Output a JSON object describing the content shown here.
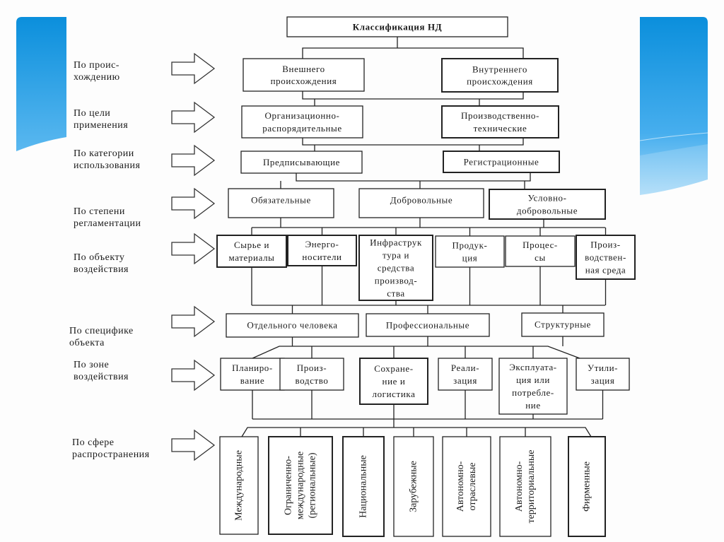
{
  "slide": {
    "accent_color": "#1b95e0",
    "accent_light": "#7cc6f2"
  },
  "diagram": {
    "title": "Классификация НД",
    "categories": [
      {
        "id": "origin",
        "lines": [
          "По проис-",
          "хождению"
        ]
      },
      {
        "id": "purpose",
        "lines": [
          "По цели",
          "применения"
        ]
      },
      {
        "id": "usage",
        "lines": [
          "По категории",
          "использования"
        ]
      },
      {
        "id": "regulation",
        "lines": [
          "По степени",
          "регламентации"
        ]
      },
      {
        "id": "object",
        "lines": [
          "По объекту",
          "воздействия"
        ]
      },
      {
        "id": "specifics",
        "lines": [
          "По специфике",
          "объекта"
        ]
      },
      {
        "id": "zone",
        "lines": [
          "По зоне",
          "воздействия"
        ]
      },
      {
        "id": "sphere",
        "lines": [
          "По сфере",
          "распространения"
        ]
      }
    ],
    "levels": {
      "origin": [
        {
          "id": "external",
          "lines": [
            "Внешнего",
            "происхождения"
          ]
        },
        {
          "id": "internal",
          "lines": [
            "Внутреннего",
            "происхождения"
          ]
        }
      ],
      "purpose": [
        {
          "id": "org",
          "lines": [
            "Организационно-",
            "распорядительные"
          ]
        },
        {
          "id": "prod",
          "lines": [
            "Производственно-",
            "технические"
          ]
        }
      ],
      "usage": [
        {
          "id": "prescr",
          "lines": [
            "Предписывающие"
          ]
        },
        {
          "id": "regist",
          "lines": [
            "Регистрационные"
          ]
        }
      ],
      "regulation": [
        {
          "id": "mandatory",
          "lines": [
            "Обязательные"
          ]
        },
        {
          "id": "voluntary",
          "lines": [
            "Добровольные"
          ]
        },
        {
          "id": "condvol",
          "lines": [
            "Условно-",
            "добровольные"
          ]
        }
      ],
      "object": [
        {
          "id": "raw",
          "lines": [
            "Сырье и",
            "материалы"
          ]
        },
        {
          "id": "energy",
          "lines": [
            "Энерго-",
            "носители"
          ]
        },
        {
          "id": "infra",
          "lines": [
            "Инфраструк",
            "тура и",
            "средства",
            "производ-",
            "ства"
          ]
        },
        {
          "id": "products",
          "lines": [
            "Продук-",
            "ция"
          ]
        },
        {
          "id": "processes",
          "lines": [
            "Процес-",
            "сы"
          ]
        },
        {
          "id": "env",
          "lines": [
            "Произ-",
            "водствен-",
            "ная среда"
          ]
        }
      ],
      "specifics": [
        {
          "id": "individual",
          "lines": [
            "Отдельного человека"
          ]
        },
        {
          "id": "professional",
          "lines": [
            "Профессиональные"
          ]
        },
        {
          "id": "structural",
          "lines": [
            "Структурные"
          ]
        }
      ],
      "zone": [
        {
          "id": "planning",
          "lines": [
            "Планиро-",
            "вание"
          ]
        },
        {
          "id": "production",
          "lines": [
            "Произ-",
            "водство"
          ]
        },
        {
          "id": "storage",
          "lines": [
            "Сохране-",
            "ние и",
            "логистика"
          ]
        },
        {
          "id": "sales",
          "lines": [
            "Реали-",
            "зация"
          ]
        },
        {
          "id": "operation",
          "lines": [
            "Эксплуата-",
            "ция или",
            "потребле-",
            "ние"
          ]
        },
        {
          "id": "disposal",
          "lines": [
            "Утили-",
            "зация"
          ]
        }
      ],
      "sphere": [
        {
          "id": "international",
          "lines": [
            "Международные"
          ]
        },
        {
          "id": "regional",
          "lines": [
            "Ограниченно-",
            "международные",
            "(региональные)"
          ]
        },
        {
          "id": "national",
          "lines": [
            "Национальные"
          ]
        },
        {
          "id": "foreign",
          "lines": [
            "Зарубежные"
          ]
        },
        {
          "id": "autobranch",
          "lines": [
            "Автономно-",
            "отраслевые"
          ]
        },
        {
          "id": "autoterr",
          "lines": [
            "Автономно-",
            "территориальные"
          ]
        },
        {
          "id": "corporate",
          "lines": [
            "Фирменные"
          ]
        }
      ]
    }
  }
}
